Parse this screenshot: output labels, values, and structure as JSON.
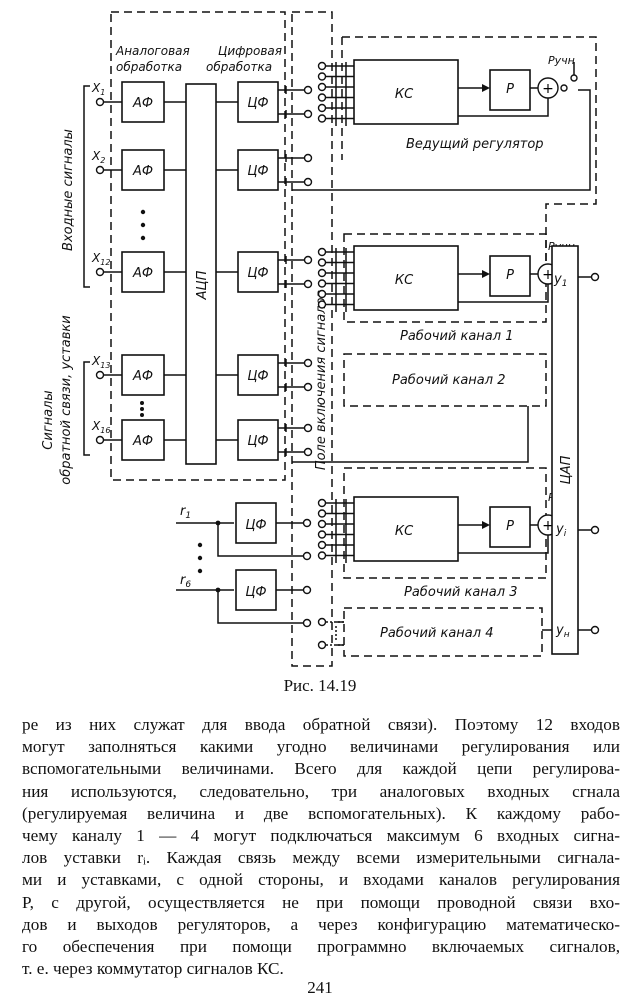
{
  "figure": {
    "caption": "Рис. 14.19",
    "sections": {
      "analog": "Аналоговая",
      "analog2": "обработка",
      "digital": "Цифровая",
      "digital2": "обработка"
    },
    "group_labels": {
      "inputs": "Входные сигналы",
      "feedback_line1": "Сигналы",
      "feedback_line2": "обратной связи, уставки",
      "switch_field": "Поле включения сигналов"
    },
    "inputs": [
      "X1",
      "X2",
      "X12",
      "X13",
      "X16"
    ],
    "input_labels": {
      "x1": "X",
      "x1sub": "1",
      "x2": "X",
      "x2sub": "2",
      "x12": "X",
      "x12sub": "12",
      "x13": "X",
      "x13sub": "13",
      "x16": "X",
      "x16sub": "16"
    },
    "setpoints": {
      "r1": "r",
      "r1sub": "1",
      "r6": "r",
      "r6sub": "6"
    },
    "blocks": {
      "af": "АФ",
      "cf": "ЦФ",
      "adc": "АЦП",
      "dac": "ЦАП",
      "ks": "КС",
      "p": "Р",
      "sum": "+",
      "manual": "Ручн",
      "manual_dot": "Ручн."
    },
    "channels": {
      "master": "Ведущий регулятор",
      "ch1": "Рабочий канал 1",
      "ch2": "Рабочий канал 2",
      "ch3": "Рабочий канал 3",
      "ch4": "Рабочий канал 4"
    },
    "outputs": {
      "y1": "y",
      "y1sub": "1",
      "yi": "y",
      "yisub": "i",
      "yn": "y",
      "ynsub": "н"
    }
  },
  "text": {
    "lines": [
      "ре из них  служат для ввода обратной связи). Поэтому 12 входов",
      "могут заполняться какими угодно величинами регулирования или",
      "вспомогательными величинами. Всего для каждой цепи регулирова-",
      "ния используются, следовательно, три аналоговых входных сгнала",
      "(регулируемая величина и две вспомогательных). К каждому рабо-",
      "чему каналу 1 — 4 могут подключаться максимум 6 входных сигна-",
      "лов уставки rᵢ. Каждая связь между всеми измерительными сигнала-",
      "ми и уставками, с одной стороны, и входами каналов регулирования",
      "P, с другой, осуществляется не при помощи проводной связи вхо-",
      "дов и выходов регуляторов, а через конфигурацию математическо-",
      "го обеспечения при помощи программно  включаемых  сигналов,",
      "т. е. через коммутатор сигналов КС."
    ],
    "page_number": "241"
  }
}
